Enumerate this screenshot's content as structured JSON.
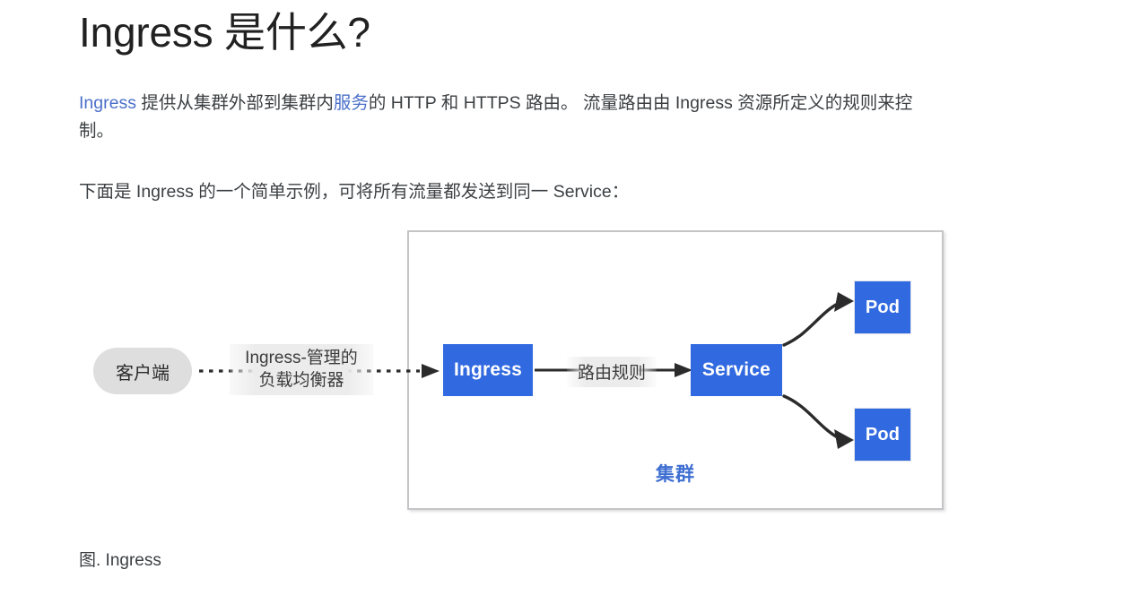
{
  "page": {
    "title": "Ingress 是什么?",
    "paragraphs": {
      "p1_link1": "Ingress",
      "p1_mid1": " 提供从集群外部到集群内",
      "p1_link2": "服务",
      "p1_rest": "的 HTTP 和 HTTPS 路由。 流量路由由 Ingress 资源所定义的规则来控制。",
      "p2": "下面是 Ingress 的一个简单示例，可将所有流量都发送到同一 Service："
    },
    "caption": "图. Ingress"
  },
  "diagram": {
    "cluster_label": "集群",
    "client_label": "客户端",
    "lb_label_line1": "Ingress-管理的",
    "lb_label_line2": "负载均衡器",
    "rules_label": "路由规则",
    "ingress_label": "Ingress",
    "service_label": "Service",
    "pod_top_label": "Pod",
    "pod_bottom_label": "Pod"
  },
  "colors": {
    "node_blue": "#3069e0",
    "cluster_label_blue": "#3f6fd2",
    "link_blue": "#4a6fc9",
    "client_gray": "#dedede",
    "label_gray": "#ececec",
    "box_border": "#c5c5c8",
    "text": "#3c4043"
  }
}
